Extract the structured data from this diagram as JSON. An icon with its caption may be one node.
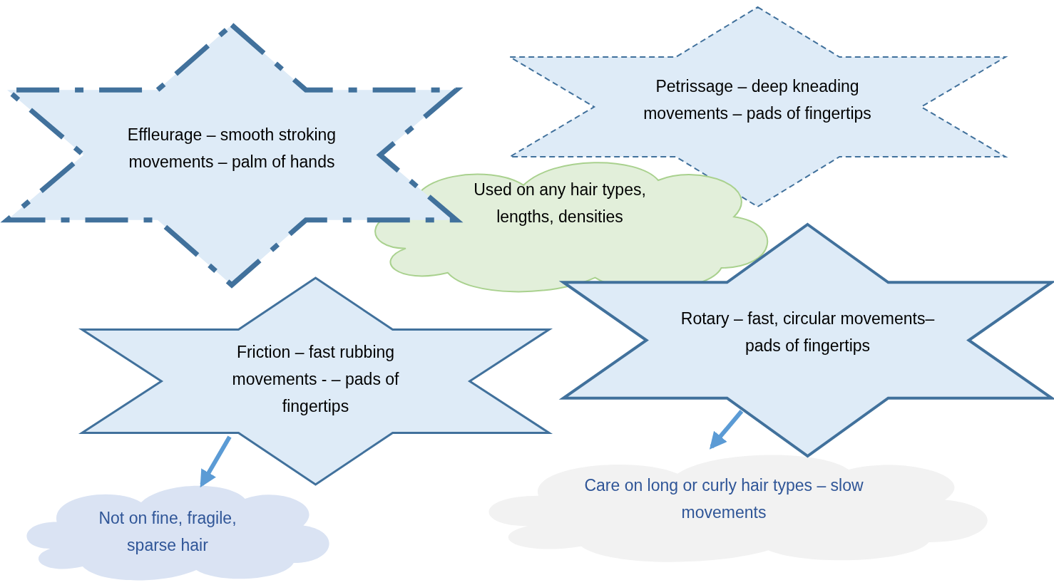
{
  "diagram": {
    "nodes": [
      {
        "text": [
          "Effleurage – smooth stroking movements – palm of hands"
        ]
      },
      {
        "text": [
          "Petrissage – deep kneading movements – pads of fingertips"
        ]
      },
      {
        "text": [
          "Used on any hair types, lengths, densities"
        ]
      },
      {
        "text": [
          "Friction – fast rubbing movements - – pads of fingertips"
        ]
      },
      {
        "text": [
          "Rotary – fast, circular movements– pads of fingertips"
        ]
      },
      {
        "text": [
          "Not on fine, fragile, sparse hair"
        ]
      },
      {
        "text": [
          "Care on long or curly hair types – slow movements"
        ]
      }
    ],
    "edges": [
      {
        "from": 3,
        "to": 5,
        "arrow": "to"
      },
      {
        "from": 4,
        "to": 6,
        "arrow": "to"
      }
    ]
  }
}
